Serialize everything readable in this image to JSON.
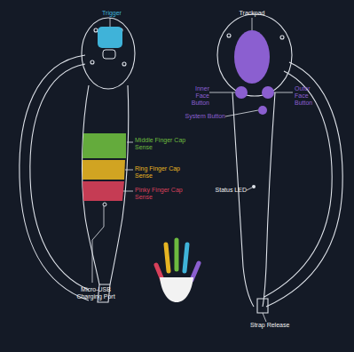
{
  "diagram": {
    "labels": [
      "Trigger",
      "Middle Finger Cap Sense",
      "Ring Finger Cap Sense",
      "Pinky Finger Cap Sense",
      "Micro-USB Charging Port",
      "Trackpad",
      "Inner Face Button",
      "Outer Face Button",
      "System Button",
      "Status LED",
      "Strap Release"
    ]
  }
}
